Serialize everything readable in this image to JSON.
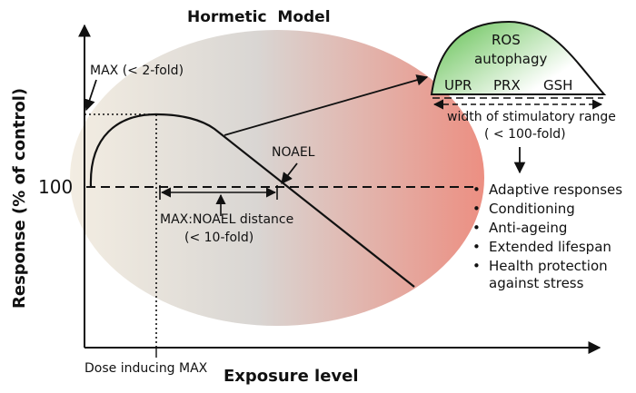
{
  "title": "Hormetic  Model",
  "axes": {
    "y_label": "Response (% of control)",
    "x_label": "Exposure level",
    "y_tick": "100"
  },
  "annotations": {
    "max_label": "MAX (< 2-fold)",
    "noael_label": "NOAEL",
    "distance_line1": "MAX:NOAEL distance",
    "distance_line2": "(< 10-fold)",
    "dose_label": "Dose inducing MAX",
    "range_line1": "width of stimulatory range",
    "range_line2": "( < 100-fold)"
  },
  "inset": {
    "top_labels": [
      "ROS",
      "autophagy"
    ],
    "bottom_labels": [
      "UPR",
      "PRX",
      "GSH"
    ]
  },
  "outcomes": [
    "Adaptive responses",
    "Conditioning",
    "Anti-ageing",
    "Extended lifespan",
    "Health protection",
    "against stress"
  ],
  "colors": {
    "ellipse_left": "#f3ede2",
    "ellipse_mid": "#d9d6d3",
    "ellipse_right": "#ec8f82",
    "inset_green": "#5fbf4e",
    "line": "#111111"
  }
}
